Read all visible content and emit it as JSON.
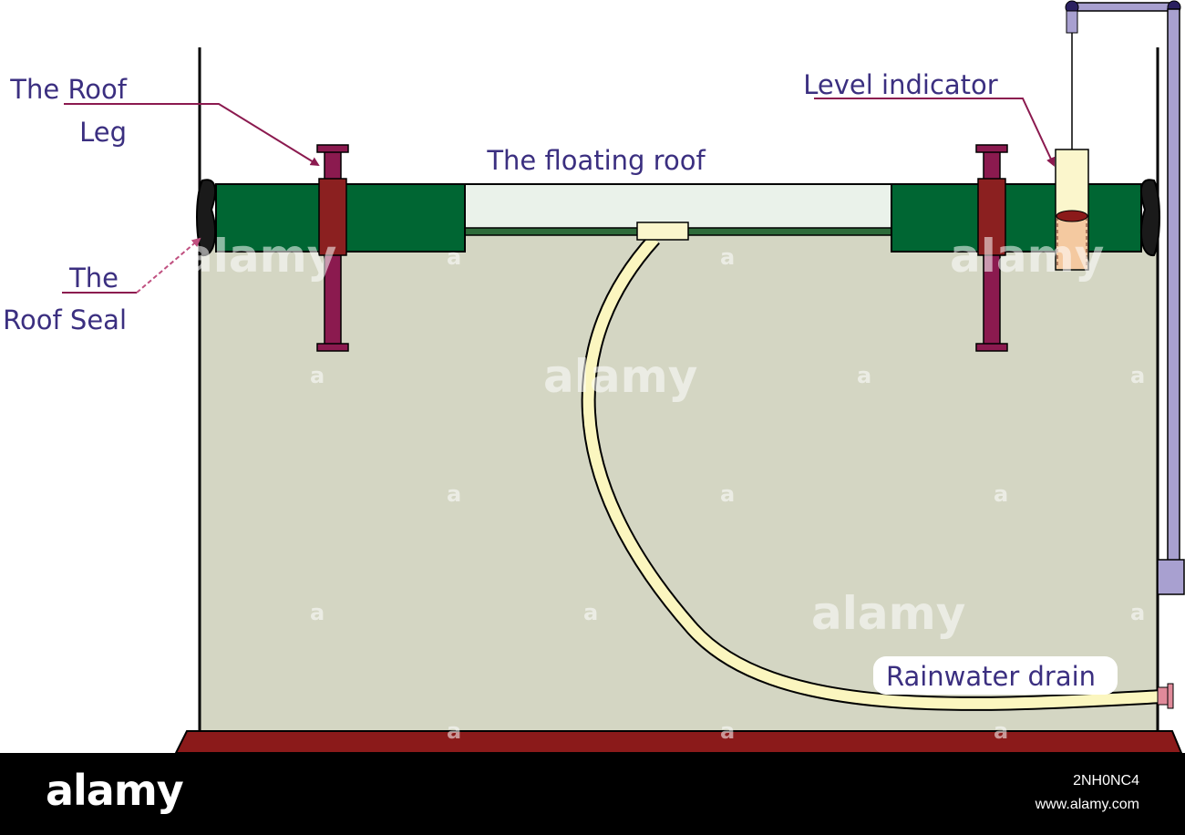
{
  "labels": {
    "roof_leg_line1": "The Roof",
    "roof_leg_line2": "Leg",
    "floating_roof": "The floating roof",
    "level_indicator": "Level indicator",
    "roof_seal_line1": "The",
    "roof_seal_line2": "Roof Seal",
    "rainwater_drain": "Rainwater drain"
  },
  "watermark": {
    "brand": "alamy",
    "mark": "a"
  },
  "footer": {
    "logo": "alamy",
    "image_id": "2NH0NC4",
    "url": "www.alamy.com"
  },
  "colors": {
    "liquid": "#d4d6c3",
    "pontoon": "#006633",
    "roof_center": "#eaf2ea",
    "leg": "#8b1a4f",
    "leg_sleeve": "#8b2020",
    "hose": "#fbf6bf",
    "floor": "#8b1a1a",
    "indicator_pipe": "#a8a0d0",
    "label_text": "#3b2f80",
    "leader_line": "#8b1a4f"
  }
}
